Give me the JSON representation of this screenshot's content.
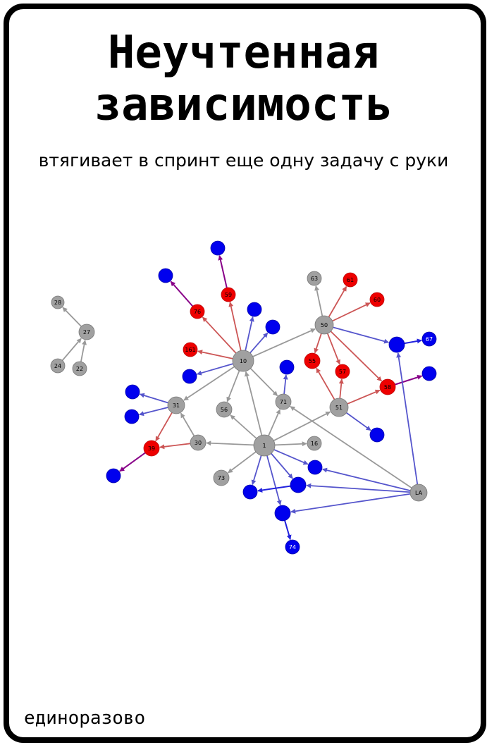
{
  "card": {
    "title_line1": "Неучтенная",
    "title_line2": "зависимость",
    "subtitle": "втягивает в спринт еще одну задачу с руки",
    "footer": "единоразово"
  },
  "colors": {
    "gray": "#a0a0a0",
    "red": "#ee0000",
    "blue": "#0000ee",
    "edge_gray": "#999999",
    "edge_red": "#cc5555",
    "edge_blue": "#5555cc",
    "edge_purple": "#880088",
    "edge_darkblue": "#2222dd"
  },
  "graph": {
    "nodes": [
      {
        "id": "28",
        "label": "28",
        "color": "gray"
      },
      {
        "id": "27",
        "label": "27",
        "color": "gray"
      },
      {
        "id": "24",
        "label": "24",
        "color": "gray"
      },
      {
        "id": "22",
        "label": "22",
        "color": "gray"
      },
      {
        "id": "b1",
        "label": "",
        "color": "blue"
      },
      {
        "id": "b2",
        "label": "",
        "color": "blue"
      },
      {
        "id": "59",
        "label": "59",
        "color": "red"
      },
      {
        "id": "76",
        "label": "76",
        "color": "red"
      },
      {
        "id": "b3",
        "label": "",
        "color": "blue"
      },
      {
        "id": "b4",
        "label": "",
        "color": "blue"
      },
      {
        "id": "161",
        "label": "161",
        "color": "red"
      },
      {
        "id": "10",
        "label": "10",
        "color": "gray"
      },
      {
        "id": "b5",
        "label": "",
        "color": "blue"
      },
      {
        "id": "b6",
        "label": "",
        "color": "blue"
      },
      {
        "id": "31",
        "label": "31",
        "color": "gray"
      },
      {
        "id": "b7",
        "label": "",
        "color": "blue"
      },
      {
        "id": "56",
        "label": "56",
        "color": "gray"
      },
      {
        "id": "39",
        "label": "39",
        "color": "red"
      },
      {
        "id": "30",
        "label": "30",
        "color": "gray"
      },
      {
        "id": "b8",
        "label": "",
        "color": "blue"
      },
      {
        "id": "63",
        "label": "63",
        "color": "gray"
      },
      {
        "id": "61",
        "label": "61",
        "color": "red"
      },
      {
        "id": "60",
        "label": "60",
        "color": "red"
      },
      {
        "id": "50",
        "label": "50",
        "color": "gray"
      },
      {
        "id": "55",
        "label": "55",
        "color": "red"
      },
      {
        "id": "57",
        "label": "57",
        "color": "red"
      },
      {
        "id": "b9",
        "label": "",
        "color": "blue"
      },
      {
        "id": "b10",
        "label": "",
        "color": "blue"
      },
      {
        "id": "67",
        "label": "67",
        "color": "blue"
      },
      {
        "id": "71",
        "label": "71",
        "color": "gray"
      },
      {
        "id": "51",
        "label": "51",
        "color": "gray"
      },
      {
        "id": "58",
        "label": "58",
        "color": "red"
      },
      {
        "id": "b11",
        "label": "",
        "color": "blue"
      },
      {
        "id": "b12",
        "label": "",
        "color": "blue"
      },
      {
        "id": "1",
        "label": "1",
        "color": "gray"
      },
      {
        "id": "16",
        "label": "16",
        "color": "gray"
      },
      {
        "id": "73",
        "label": "73",
        "color": "gray"
      },
      {
        "id": "b13",
        "label": "",
        "color": "blue"
      },
      {
        "id": "b14",
        "label": "",
        "color": "blue"
      },
      {
        "id": "b15",
        "label": "",
        "color": "blue"
      },
      {
        "id": "b16",
        "label": "",
        "color": "blue"
      },
      {
        "id": "74",
        "label": "74",
        "color": "blue"
      },
      {
        "id": "LA",
        "label": "LA",
        "color": "gray"
      }
    ],
    "edges": [
      {
        "from": "27",
        "to": "28",
        "color": "edge_gray"
      },
      {
        "from": "24",
        "to": "27",
        "color": "edge_gray"
      },
      {
        "from": "22",
        "to": "27",
        "color": "edge_gray"
      },
      {
        "from": "59",
        "to": "b1",
        "color": "edge_purple"
      },
      {
        "from": "76",
        "to": "b2",
        "color": "edge_purple"
      },
      {
        "from": "10",
        "to": "59",
        "color": "edge_red"
      },
      {
        "from": "10",
        "to": "76",
        "color": "edge_red"
      },
      {
        "from": "10",
        "to": "161",
        "color": "edge_red"
      },
      {
        "from": "10",
        "to": "b3",
        "color": "edge_blue"
      },
      {
        "from": "10",
        "to": "b4",
        "color": "edge_blue"
      },
      {
        "from": "10",
        "to": "b5",
        "color": "edge_blue"
      },
      {
        "from": "10",
        "to": "31",
        "color": "edge_gray"
      },
      {
        "from": "10",
        "to": "56",
        "color": "edge_gray"
      },
      {
        "from": "10",
        "to": "71",
        "color": "edge_gray"
      },
      {
        "from": "10",
        "to": "50",
        "color": "edge_gray"
      },
      {
        "from": "31",
        "to": "b6",
        "color": "edge_blue"
      },
      {
        "from": "31",
        "to": "b7",
        "color": "edge_blue"
      },
      {
        "from": "31",
        "to": "39",
        "color": "edge_red"
      },
      {
        "from": "30",
        "to": "31",
        "color": "edge_gray"
      },
      {
        "from": "30",
        "to": "39",
        "color": "edge_red"
      },
      {
        "from": "39",
        "to": "b8",
        "color": "edge_purple"
      },
      {
        "from": "50",
        "to": "63",
        "color": "edge_gray"
      },
      {
        "from": "50",
        "to": "61",
        "color": "edge_red"
      },
      {
        "from": "50",
        "to": "60",
        "color": "edge_red"
      },
      {
        "from": "50",
        "to": "55",
        "color": "edge_red"
      },
      {
        "from": "50",
        "to": "57",
        "color": "edge_red"
      },
      {
        "from": "50",
        "to": "58",
        "color": "edge_red"
      },
      {
        "from": "50",
        "to": "b9",
        "color": "edge_blue"
      },
      {
        "from": "b9",
        "to": "67",
        "color": "edge_darkblue"
      },
      {
        "from": "71",
        "to": "b10",
        "color": "edge_blue"
      },
      {
        "from": "51",
        "to": "55",
        "color": "edge_red"
      },
      {
        "from": "51",
        "to": "57",
        "color": "edge_red"
      },
      {
        "from": "51",
        "to": "58",
        "color": "edge_red"
      },
      {
        "from": "51",
        "to": "b12",
        "color": "edge_blue"
      },
      {
        "from": "58",
        "to": "b11",
        "color": "edge_purple"
      },
      {
        "from": "1",
        "to": "10",
        "color": "edge_gray"
      },
      {
        "from": "1",
        "to": "30",
        "color": "edge_gray"
      },
      {
        "from": "1",
        "to": "56",
        "color": "edge_gray"
      },
      {
        "from": "1",
        "to": "71",
        "color": "edge_gray"
      },
      {
        "from": "1",
        "to": "51",
        "color": "edge_gray"
      },
      {
        "from": "1",
        "to": "16",
        "color": "edge_gray"
      },
      {
        "from": "1",
        "to": "73",
        "color": "edge_gray"
      },
      {
        "from": "1",
        "to": "b13",
        "color": "edge_blue"
      },
      {
        "from": "1",
        "to": "b14",
        "color": "edge_blue"
      },
      {
        "from": "1",
        "to": "b15",
        "color": "edge_blue"
      },
      {
        "from": "1",
        "to": "b16",
        "color": "edge_blue"
      },
      {
        "from": "b14",
        "to": "b15",
        "color": "edge_darkblue"
      },
      {
        "from": "b16",
        "to": "74",
        "color": "edge_darkblue"
      },
      {
        "from": "LA",
        "to": "71",
        "color": "edge_gray"
      },
      {
        "from": "LA",
        "to": "b9",
        "color": "edge_blue"
      },
      {
        "from": "LA",
        "to": "b13",
        "color": "edge_blue"
      },
      {
        "from": "LA",
        "to": "b14",
        "color": "edge_blue"
      },
      {
        "from": "LA",
        "to": "b16",
        "color": "edge_blue"
      }
    ]
  }
}
